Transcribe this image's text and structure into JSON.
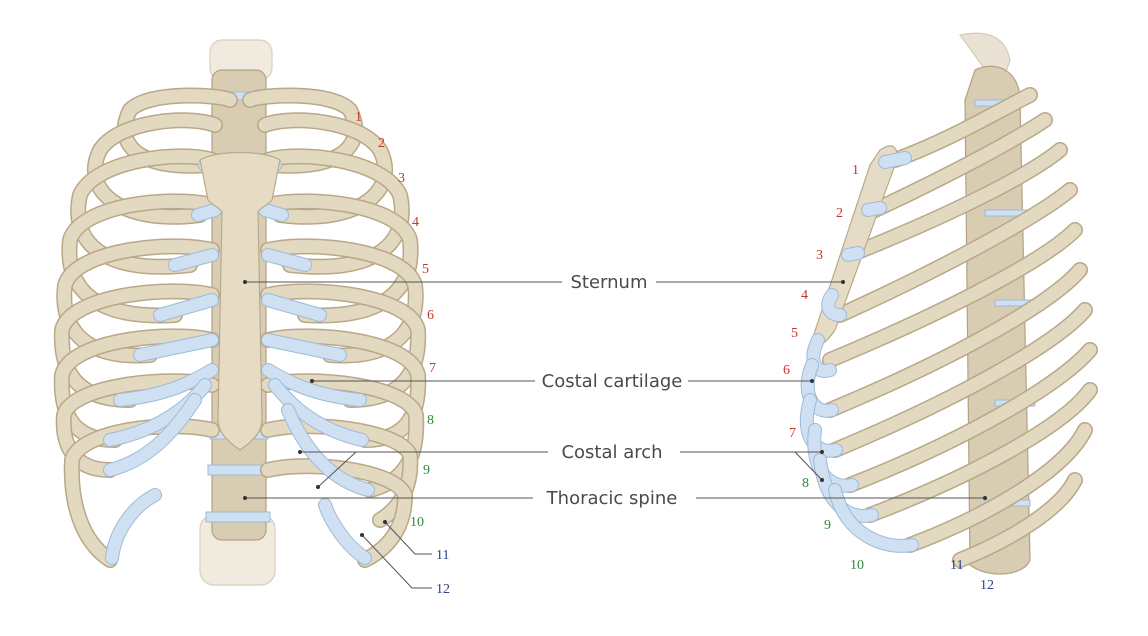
{
  "labels": {
    "sternum": "Sternum",
    "costal_cartilage": "Costal cartilage",
    "costal_arch": "Costal arch",
    "thoracic_spine": "Thoracic spine"
  },
  "front_ribs": [
    "1",
    "2",
    "3",
    "4",
    "5",
    "6",
    "7",
    "8",
    "9",
    "10",
    "11",
    "12"
  ],
  "side_ribs": [
    "1",
    "2",
    "3",
    "4",
    "5",
    "6",
    "7",
    "8",
    "9",
    "10",
    "11",
    "12"
  ],
  "colors": {
    "true_ribs": "#c0392b",
    "false_ribs": "#2e8b3e",
    "floating_ribs": "#2b3f8f",
    "bone": "#e6dcc6",
    "cartilage": "#cfe0f2"
  }
}
